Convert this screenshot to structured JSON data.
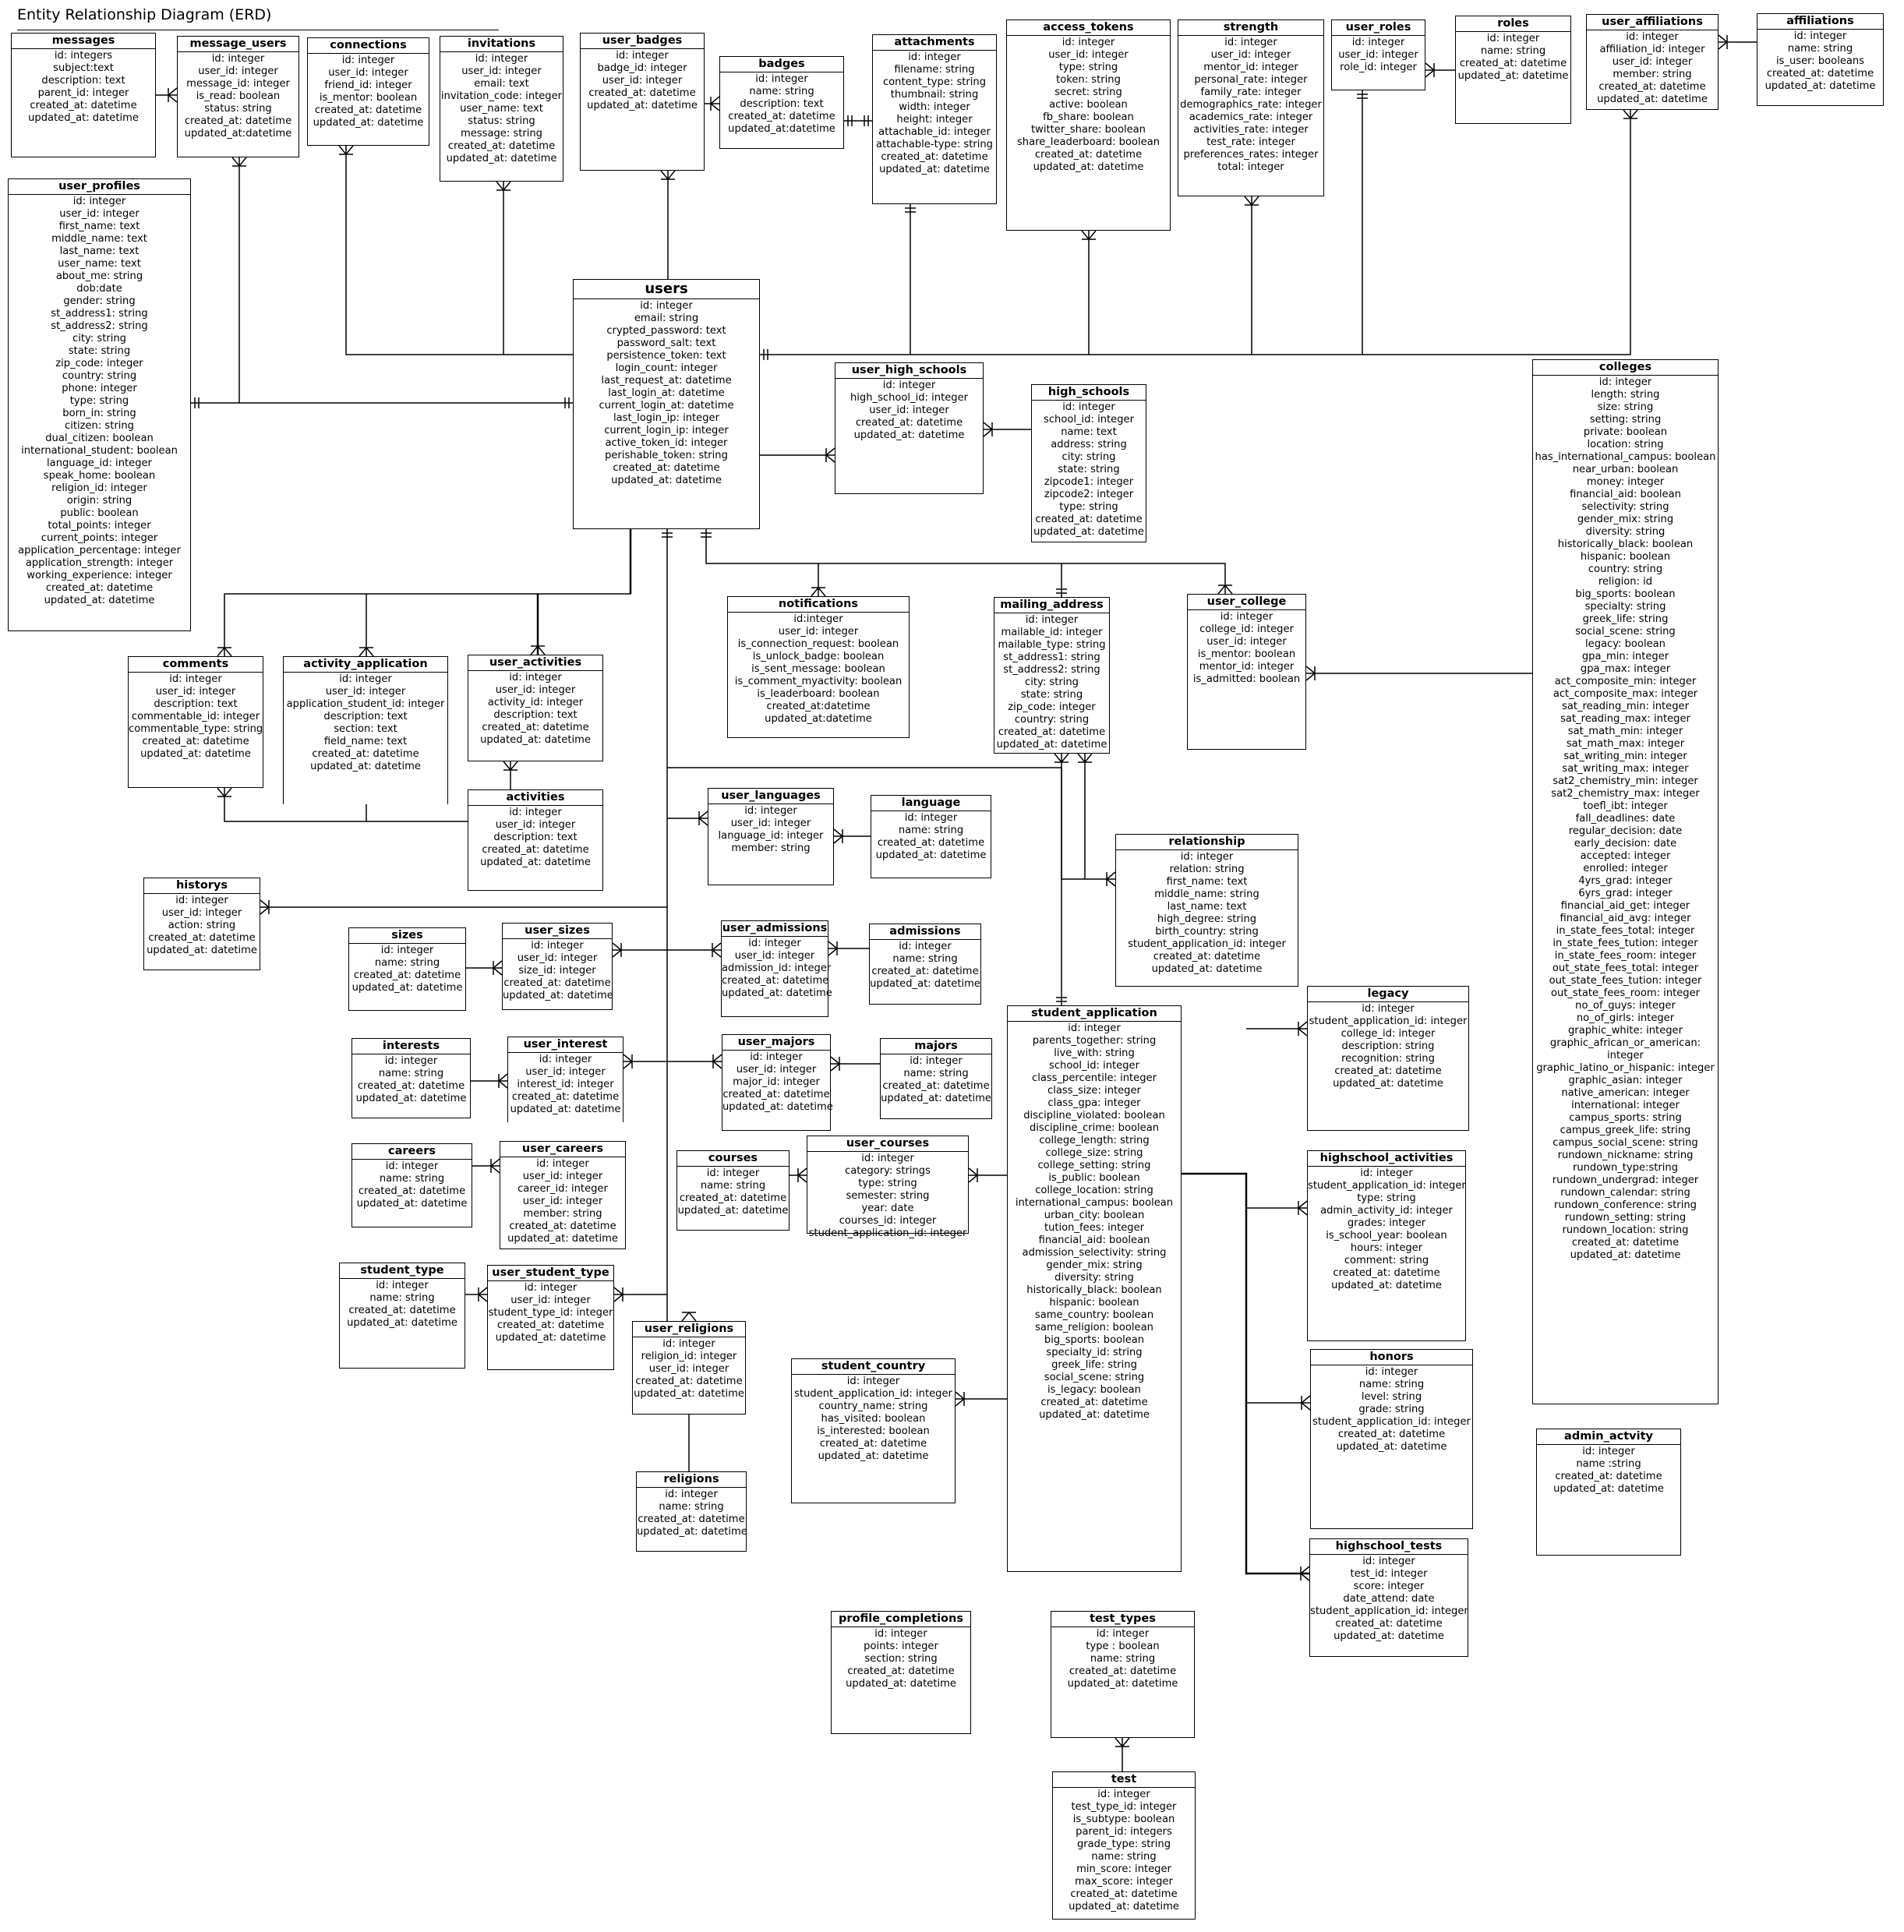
{
  "title": "Entity Relationship Diagram (ERD)",
  "entities": [
    {
      "id": "messages",
      "name": "messages",
      "fields": [
        "id: integers",
        "subject:text",
        "description: text",
        "parent_id: integer",
        "created_at: datetime",
        "updated_at: datetime"
      ]
    },
    {
      "id": "message_users",
      "name": "message_users",
      "fields": [
        "id: integer",
        "user_id: integer",
        "message_id: integer",
        "is_read: boolean",
        "status: string",
        "created_at: datetime",
        "updated_at:datetime"
      ]
    },
    {
      "id": "connections",
      "name": "connections",
      "fields": [
        "id: integer",
        "user_id: integer",
        "friend_id: integer",
        "is_mentor: boolean",
        "created_at: datetime",
        "updated_at: datetime"
      ]
    },
    {
      "id": "invitations",
      "name": "invitations",
      "fields": [
        "id: integer",
        "user_id: integer",
        "email: text",
        "invitation_code: integer",
        "user_name: text",
        "status: string",
        "message: string",
        "created_at: datetime",
        "updated_at: datetime"
      ]
    },
    {
      "id": "user_badges",
      "name": "user_badges",
      "fields": [
        "id: integer",
        "badge_id: integer",
        "user_id: integer",
        "created_at: datetime",
        "updated_at: datetime"
      ]
    },
    {
      "id": "badges",
      "name": "badges",
      "fields": [
        "id: integer",
        "name: string",
        "description: text",
        "created_at: datetime",
        "updated_at:datetime"
      ]
    },
    {
      "id": "attachments",
      "name": "attachments",
      "fields": [
        "id: integer",
        "filename: string",
        "content_type: string",
        "thumbnail: string",
        "width: integer",
        "height: integer",
        "attachable_id: integer",
        "attachable-type: string",
        "created_at: datetime",
        "updated_at: datetime"
      ]
    },
    {
      "id": "access_tokens",
      "name": "access_tokens",
      "fields": [
        "id: integer",
        "user_id: integer",
        "type: string",
        "token: string",
        "secret: string",
        "active: boolean",
        "fb_share: boolean",
        "twitter_share: boolean",
        "share_leaderboard: boolean",
        "created_at: datetime",
        "updated_at: datetime"
      ]
    },
    {
      "id": "strength",
      "name": "strength",
      "fields": [
        "id: integer",
        "user_id: integer",
        "mentor_id: integer",
        "personal_rate: integer",
        "family_rate: integer",
        "demographics_rate: integer",
        "academics_rate: integer",
        "activities_rate: integer",
        "test_rate: integer",
        "preferences_rates: integer",
        "total: integer"
      ]
    },
    {
      "id": "user_roles",
      "name": "user_roles",
      "fields": [
        "id: integer",
        "user_id: integer",
        "role_id: integer"
      ]
    },
    {
      "id": "roles",
      "name": "roles",
      "fields": [
        "id: integer",
        "name: string",
        "created_at: datetime",
        "updated_at: datetime"
      ]
    },
    {
      "id": "user_affiliations",
      "name": "user_affiliations",
      "fields": [
        "id: integer",
        "affiliation_id: integer",
        "user_id: integer",
        "member: string",
        "created_at: datetime",
        "updated_at: datetime"
      ]
    },
    {
      "id": "affiliations",
      "name": "affiliations",
      "fields": [
        "id: integer",
        "name: string",
        "is_user: booleans",
        "created_at: datetime",
        "updated_at: datetime"
      ]
    },
    {
      "id": "user_profiles",
      "name": "user_profiles",
      "fields": [
        "id: integer",
        "user_id: integer",
        "first_name: text",
        "middle_name: text",
        "last_name: text",
        "user_name: text",
        "about_me: string",
        "dob:date",
        "gender: string",
        "st_address1: string",
        "st_address2: string",
        "city: string",
        "state: string",
        "zip_code: integer",
        "country: string",
        "phone: integer",
        "type: string",
        "born_in: string",
        "citizen: string",
        "dual_citizen: boolean",
        "international_student: boolean",
        "language_id: integer",
        "speak_home: boolean",
        "religion_id: integer",
        "origin: string",
        "public: boolean",
        "total_points: integer",
        "current_points: integer",
        "application_percentage: integer",
        "application_strength: integer",
        "working_experience: integer",
        "created_at: datetime",
        "updated_at: datetime"
      ]
    },
    {
      "id": "users",
      "name": "users",
      "fields": [
        "id: integer",
        "email: string",
        "crypted_password: text",
        "password_salt: text",
        "persistence_token: text",
        "login_count: integer",
        "last_request_at: datetime",
        "last_login_at: datetime",
        "current_login_at: datetime",
        "last_login_ip: integer",
        "current_login_ip: integer",
        "active_token_id: integer",
        "perishable_token: string",
        "created_at: datetime",
        "updated_at: datetime"
      ]
    },
    {
      "id": "user_high_schools",
      "name": "user_high_schools",
      "fields": [
        "id: integer",
        "high_school_id: integer",
        "user_id: integer",
        "created_at: datetime",
        "updated_at: datetime"
      ]
    },
    {
      "id": "high_schools",
      "name": "high_schools",
      "fields": [
        "id: integer",
        "school_id: integer",
        "name: text",
        "address: string",
        "city: string",
        "state: string",
        "zipcode1: integer",
        "zipcode2: integer",
        "type: string",
        "created_at: datetime",
        "updated_at: datetime"
      ]
    },
    {
      "id": "colleges",
      "name": "colleges",
      "fields": [
        "id: integer",
        "length: string",
        "size: string",
        "setting: string",
        "private: boolean",
        "location: string",
        "has_international_campus: boolean",
        "near_urban: boolean",
        "money: integer",
        "financial_aid: boolean",
        "selectivity: string",
        "gender_mix: string",
        "diversity: string",
        "historically_black: boolean",
        "hispanic: boolean",
        "country: string",
        "religion: id",
        "big_sports: boolean",
        "specialty: string",
        "greek_life: string",
        "social_scene: string",
        "legacy: boolean",
        "gpa_min: integer",
        "gpa_max: integer",
        "act_composite_min: integer",
        "act_composite_max: integer",
        "sat_reading_min: integer",
        "sat_reading_max: integer",
        "sat_math_min: integer",
        "sat_math_max: integer",
        "sat_writing_min: integer",
        "sat_writing_max: integer",
        "sat2_chemistry_min: integer",
        "sat2_chemistry_max: integer",
        "toefl_ibt: integer",
        "fall_deadlines: date",
        "regular_decision: date",
        "early_decision: date",
        "accepted: integer",
        "enrolled: integer",
        "4yrs_grad: integer",
        "6yrs_grad: integer",
        "financial_aid_get: integer",
        "financial_aid_avg: integer",
        "in_state_fees_total: integer",
        "in_state_fees_tution: integer",
        "in_state_fees_room: integer",
        "out_state_fees_total: integer",
        "out_state_fees_tution: integer",
        "out_state_fees_room: integer",
        "no_of_guys: integer",
        "no_of_girls: integer",
        "graphic_white: integer",
        "graphic_african_or_american:",
        "integer",
        "graphic_latino_or_hispanic: integer",
        "graphic_asian: integer",
        "native_american: integer",
        "international:  integer",
        "campus_sports: string",
        "campus_greek_life: string",
        "campus_social_scene: string",
        "rundown_nickname: string",
        "rundown_type:string",
        "rundown_undergrad: integer",
        "rundown_calendar: string",
        "rundown_conference: string",
        "rundown_setting: string",
        "rundown_location: string",
        "created_at: datetime",
        "updated_at: datetime"
      ]
    },
    {
      "id": "notifications",
      "name": "notifications",
      "fields": [
        "id:integer",
        "user_id: integer",
        "is_connection_request: boolean",
        "is_unlock_badge: boolean",
        "is_sent_message: boolean",
        "is_comment_myactivity: boolean",
        "is_leaderboard: boolean",
        "created_at:datetime",
        "updated_at:datetime"
      ]
    },
    {
      "id": "mailing_address",
      "name": "mailing_address",
      "fields": [
        "id: integer",
        "mailable_id: integer",
        "mailable_type: string",
        "st_address1: string",
        "st_address2: string",
        "city: string",
        "state: string",
        "zip_code: integer",
        "country: string",
        "created_at: datetime",
        "updated_at: datetime"
      ]
    },
    {
      "id": "user_college",
      "name": "user_college",
      "fields": [
        "id: integer",
        "college_id: integer",
        "user_id: integer",
        "is_mentor: boolean",
        "mentor_id: integer",
        "is_admitted: boolean"
      ]
    },
    {
      "id": "comments",
      "name": "comments",
      "fields": [
        "id: integer",
        "user_id: integer",
        "description: text",
        "commentable_id: integer",
        "commentable_type: string",
        "created_at: datetime",
        "updated_at: datetime"
      ]
    },
    {
      "id": "activity_application",
      "name": "activity_application",
      "fields": [
        "id: integer",
        "user_id: integer",
        "application_student_id: integer",
        "description: text",
        "section: text",
        "field_name: text",
        "created_at: datetime",
        "updated_at: datetime"
      ]
    },
    {
      "id": "user_activities",
      "name": "user_activities",
      "fields": [
        "id: integer",
        "user_id: integer",
        "activity_id: integer",
        "description: text",
        "created_at: datetime",
        "updated_at: datetime"
      ]
    },
    {
      "id": "activities",
      "name": "activities",
      "fields": [
        "id: integer",
        "user_id: integer",
        "description: text",
        "created_at: datetime",
        "updated_at: datetime"
      ]
    },
    {
      "id": "user_languages",
      "name": "user_languages",
      "fields": [
        "id: integer",
        "user_id: integer",
        "language_id: integer",
        "member: string"
      ]
    },
    {
      "id": "language",
      "name": "language",
      "fields": [
        "id: integer",
        "name: string",
        "created_at: datetime",
        "updated_at: datetime"
      ]
    },
    {
      "id": "relationship",
      "name": "relationship",
      "fields": [
        "id: integer",
        "relation: string",
        "first_name: text",
        "middle_name: string",
        "last_name: text",
        "high_degree: string",
        "birth_country: string",
        "student_application_id: integer",
        "created_at: datetime",
        "updated_at: datetime"
      ]
    },
    {
      "id": "historys",
      "name": "historys",
      "fields": [
        "id: integer",
        "user_id: integer",
        "action: string",
        "created_at: datetime",
        "updated_at: datetime"
      ]
    },
    {
      "id": "sizes",
      "name": "sizes",
      "fields": [
        "id: integer",
        "name: string",
        "created_at: datetime",
        "updated_at: datetime"
      ]
    },
    {
      "id": "user_sizes",
      "name": "user_sizes",
      "fields": [
        "id: integer",
        "user_id: integer",
        "size_id: integer",
        "created_at: datetime",
        "updated_at: datetime"
      ]
    },
    {
      "id": "user_admissions",
      "name": "user_admissions",
      "fields": [
        "id: integer",
        "user_id: integer",
        "admission_id: integer",
        "created_at: datetime",
        "updated_at: datetime"
      ]
    },
    {
      "id": "admissions",
      "name": "admissions",
      "fields": [
        "id: integer",
        "name: string",
        "created_at: datetime",
        "updated_at: datetime"
      ]
    },
    {
      "id": "interests",
      "name": "interests",
      "fields": [
        "id: integer",
        "name: string",
        "created_at: datetime",
        "updated_at: datetime"
      ]
    },
    {
      "id": "user_interest",
      "name": "user_interest",
      "fields": [
        "id: integer",
        "user_id: integer",
        "interest_id: integer",
        "created_at: datetime",
        "updated_at: datetime"
      ]
    },
    {
      "id": "user_majors",
      "name": "user_majors",
      "fields": [
        "id: integer",
        "user_id: integer",
        "major_id: integer",
        "created_at: datetime",
        "updated_at: datetime"
      ]
    },
    {
      "id": "majors",
      "name": "majors",
      "fields": [
        "id: integer",
        "name: string",
        "created_at: datetime",
        "updated_at: datetime"
      ]
    },
    {
      "id": "careers",
      "name": "careers",
      "fields": [
        "id: integer",
        "name: string",
        "created_at: datetime",
        "updated_at: datetime"
      ]
    },
    {
      "id": "user_careers",
      "name": "user_careers",
      "fields": [
        "id: integer",
        "user_id: integer",
        "career_id: integer",
        "user_id: integer",
        "member: string",
        "created_at: datetime",
        "updated_at: datetime"
      ]
    },
    {
      "id": "courses",
      "name": "courses",
      "fields": [
        "id: integer",
        "name: string",
        "created_at: datetime",
        "updated_at: datetime"
      ]
    },
    {
      "id": "user_courses",
      "name": "user_courses",
      "fields": [
        "id: integer",
        "category: strings",
        "type: string",
        "semester: string",
        "year: date",
        "courses_id: integer",
        "student_application_id: integer"
      ]
    },
    {
      "id": "student_type",
      "name": "student_type",
      "fields": [
        "id: integer",
        "name: string",
        "created_at: datetime",
        "updated_at: datetime"
      ]
    },
    {
      "id": "user_student_type",
      "name": "user_student_type",
      "fields": [
        "id: integer",
        "user_id: integer",
        "student_type_id: integer",
        "created_at: datetime",
        "updated_at: datetime"
      ]
    },
    {
      "id": "user_religions",
      "name": "user_religions",
      "fields": [
        "id: integer",
        "religion_id: integer",
        "user_id: integer",
        "created_at: datetime",
        "updated_at: datetime"
      ]
    },
    {
      "id": "religions",
      "name": "religions",
      "fields": [
        "id: integer",
        "name: string",
        "created_at: datetime",
        "updated_at: datetime"
      ]
    },
    {
      "id": "student_country",
      "name": "student_country",
      "fields": [
        "id: integer",
        "student_application_id: integer",
        "country_name: string",
        "has_visited: boolean",
        "is_interested: boolean",
        "created_at: datetime",
        "updated_at: datetime"
      ]
    },
    {
      "id": "student_application",
      "name": "student_application",
      "fields": [
        "id: integer",
        "parents_together: string",
        "live_with: string",
        "school_id: integer",
        "class_percentile: integer",
        "class_size: integer",
        "class_gpa: integer",
        "discipline_violated: boolean",
        "discipline_crime: boolean",
        "college_length: string",
        "college_size: string",
        "college_setting: string",
        "is_public: boolean",
        "college_location: string",
        "international_campus: boolean",
        "urban_city: boolean",
        "tution_fees: integer",
        "financial_aid: boolean",
        "admission_selectivity: string",
        "gender_mix: string",
        "diversity: string",
        "historically_black: boolean",
        "hispanic: boolean",
        "same_country: boolean",
        "same_religion: boolean",
        "big_sports: boolean",
        "specialty_id: string",
        "greek_life: string",
        "social_scene: string",
        "is_legacy: boolean",
        "created_at: datetime",
        "updated_at: datetime"
      ]
    },
    {
      "id": "legacy",
      "name": "legacy",
      "fields": [
        "id: integer",
        "student_application_id: integer",
        "college_id: integer",
        "description: string",
        "recognition: string",
        "created_at: datetime",
        "updated_at: datetime"
      ]
    },
    {
      "id": "highschool_activities",
      "name": "highschool_activities",
      "fields": [
        "id: integer",
        "student_application_id: integer",
        "type: string",
        "admin_activity_id: integer",
        "grades: integer",
        "is_school_year: boolean",
        "hours: integer",
        "comment: string",
        "created_at: datetime",
        "updated_at: datetime"
      ]
    },
    {
      "id": "honors",
      "name": "honors",
      "fields": [
        "id: integer",
        "name: string",
        "level: string",
        "grade: string",
        "student_application_id: integer",
        "created_at: datetime",
        "updated_at: datetime"
      ]
    },
    {
      "id": "admin_actvity",
      "name": "admin_actvity",
      "fields": [
        "id: integer",
        "name :string",
        "created_at: datetime",
        "updated_at: datetime"
      ]
    },
    {
      "id": "highschool_tests",
      "name": "highschool_tests",
      "fields": [
        "id: integer",
        "test_id: integer",
        "score: integer",
        "date_attend: date",
        "student_application_id: integer",
        "created_at: datetime",
        "updated_at: datetime"
      ]
    },
    {
      "id": "profile_completions",
      "name": "profile_completions",
      "fields": [
        "id: integer",
        "points: integer",
        "section: string",
        "created_at: datetime",
        "updated_at: datetime"
      ]
    },
    {
      "id": "test_types",
      "name": "test_types",
      "fields": [
        "id: integer",
        "type : boolean",
        "name: string",
        "created_at: datetime",
        "updated_at: datetime"
      ]
    },
    {
      "id": "test",
      "name": "test",
      "fields": [
        "id: integer",
        "test_type_id: integer",
        "is_subtype: boolean",
        "parent_id: integers",
        "grade_type: string",
        "name: string",
        "min_score: integer",
        "max_score: integer",
        "created_at: datetime",
        "updated_at: datetime"
      ]
    }
  ]
}
